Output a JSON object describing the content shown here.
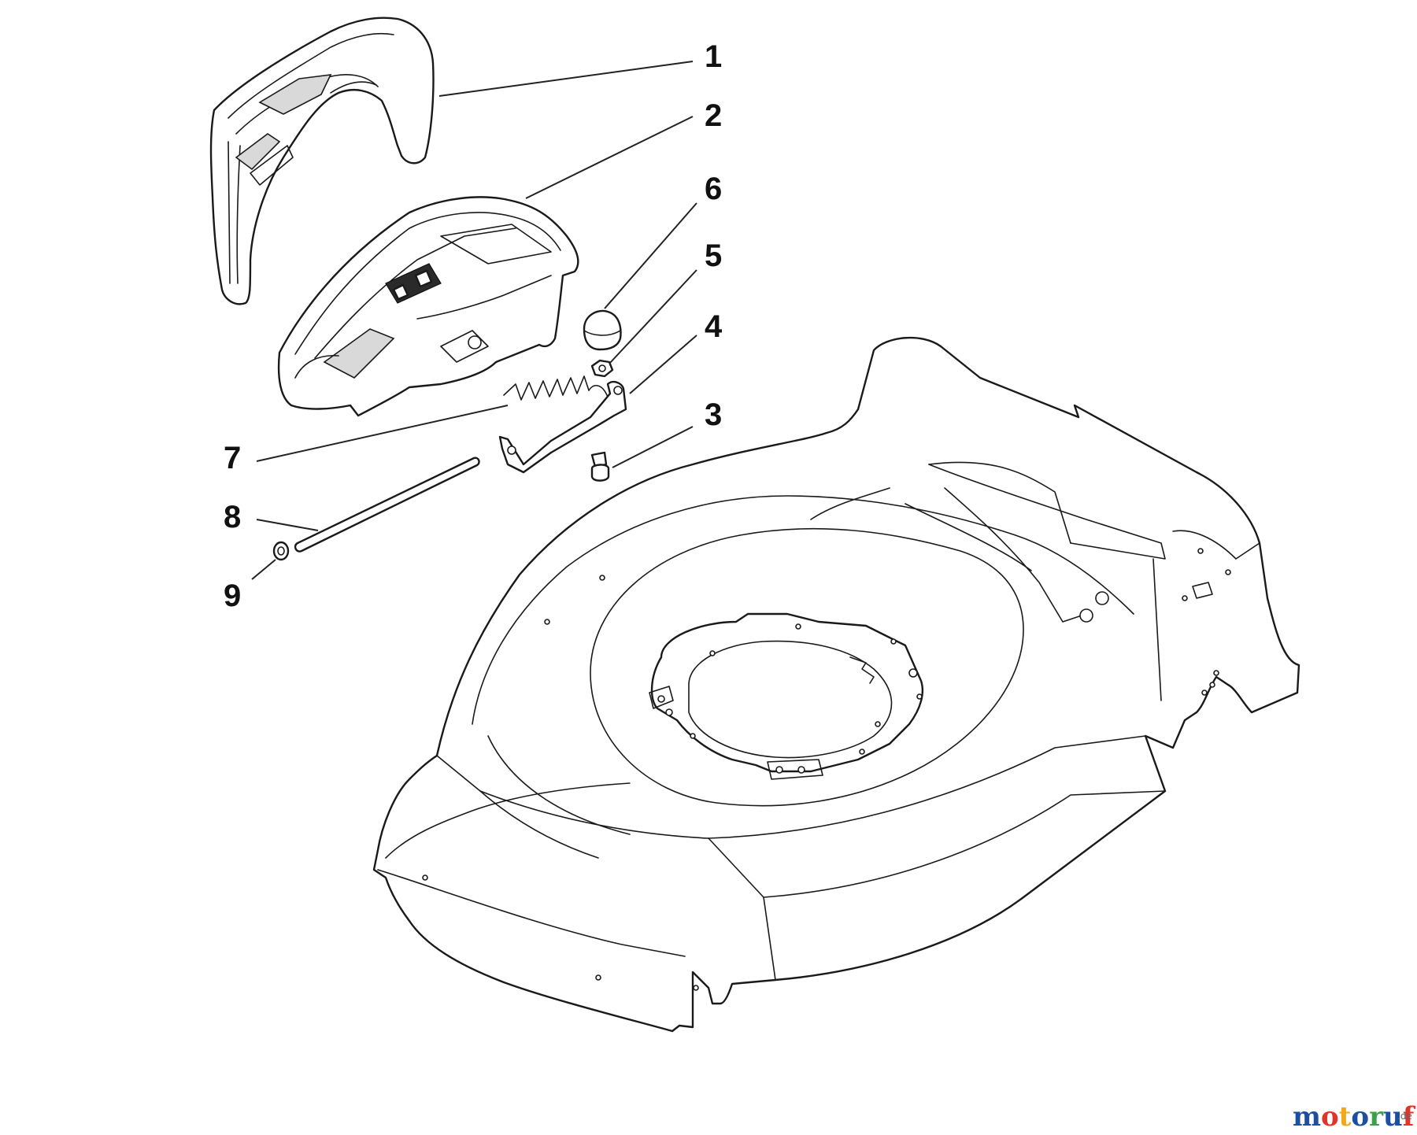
{
  "callouts": [
    {
      "id": "1",
      "label": "1"
    },
    {
      "id": "2",
      "label": "2"
    },
    {
      "id": "6",
      "label": "6"
    },
    {
      "id": "5",
      "label": "5"
    },
    {
      "id": "4",
      "label": "4"
    },
    {
      "id": "3",
      "label": "3"
    },
    {
      "id": "7",
      "label": "7"
    },
    {
      "id": "8",
      "label": "8"
    },
    {
      "id": "9",
      "label": "9"
    }
  ],
  "watermark": {
    "text": "motoruf",
    "suffix": ".de",
    "colors": [
      "#1d4fa0",
      "#e0352b",
      "#f3a81c",
      "#1d4fa0",
      "#3aa14a",
      "#1d4fa0",
      "#e0352b"
    ]
  }
}
